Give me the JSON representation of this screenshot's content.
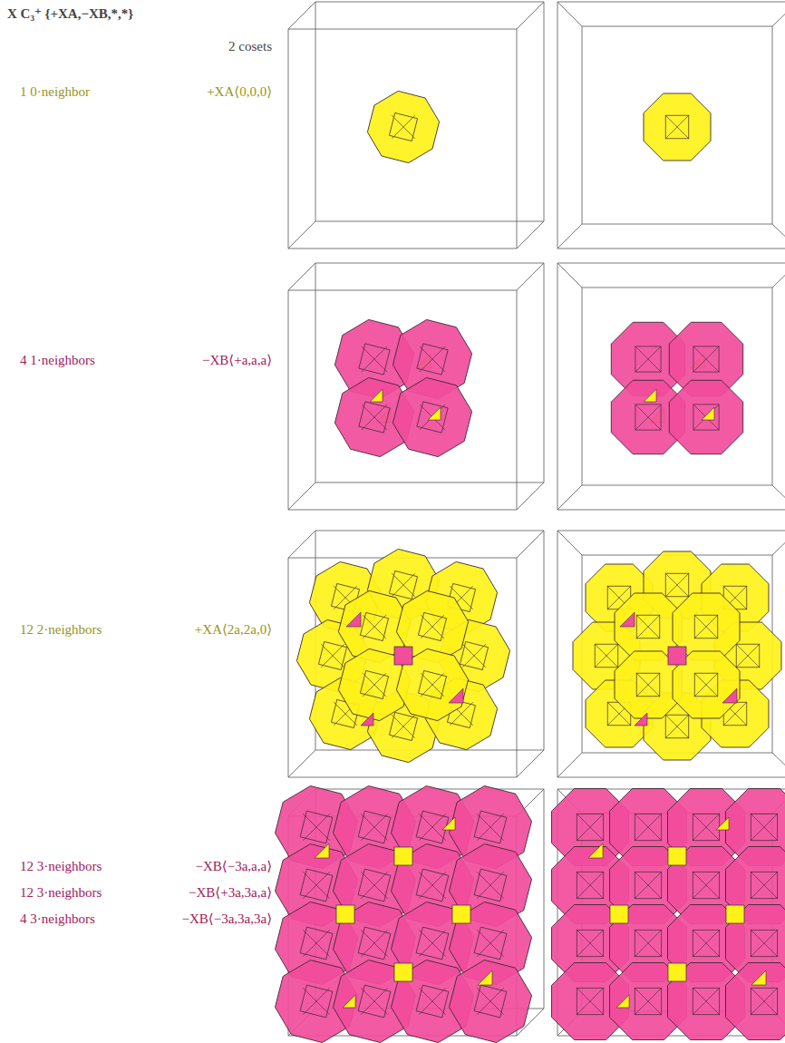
{
  "diagram": {
    "title": "X C₃⁺ {+XA,−XB,*,*}",
    "labels": [
      "2 cosets",
      "1 0·neighbor",
      "+XA⟨0,0,0⟩",
      "4 1·neighbors",
      "−XB⟨+a,a,a⟩",
      "12 2·neighbors",
      "+XA⟨2a,2a,0⟩",
      "12 3·neighbors",
      "−XB⟨−3a,a,a⟩",
      "12 3·neighbors",
      "−XB⟨+3a,3a,a⟩",
      "4 3·neighbors",
      "−XB⟨−3a,3a,3a⟩"
    ]
  }
}
